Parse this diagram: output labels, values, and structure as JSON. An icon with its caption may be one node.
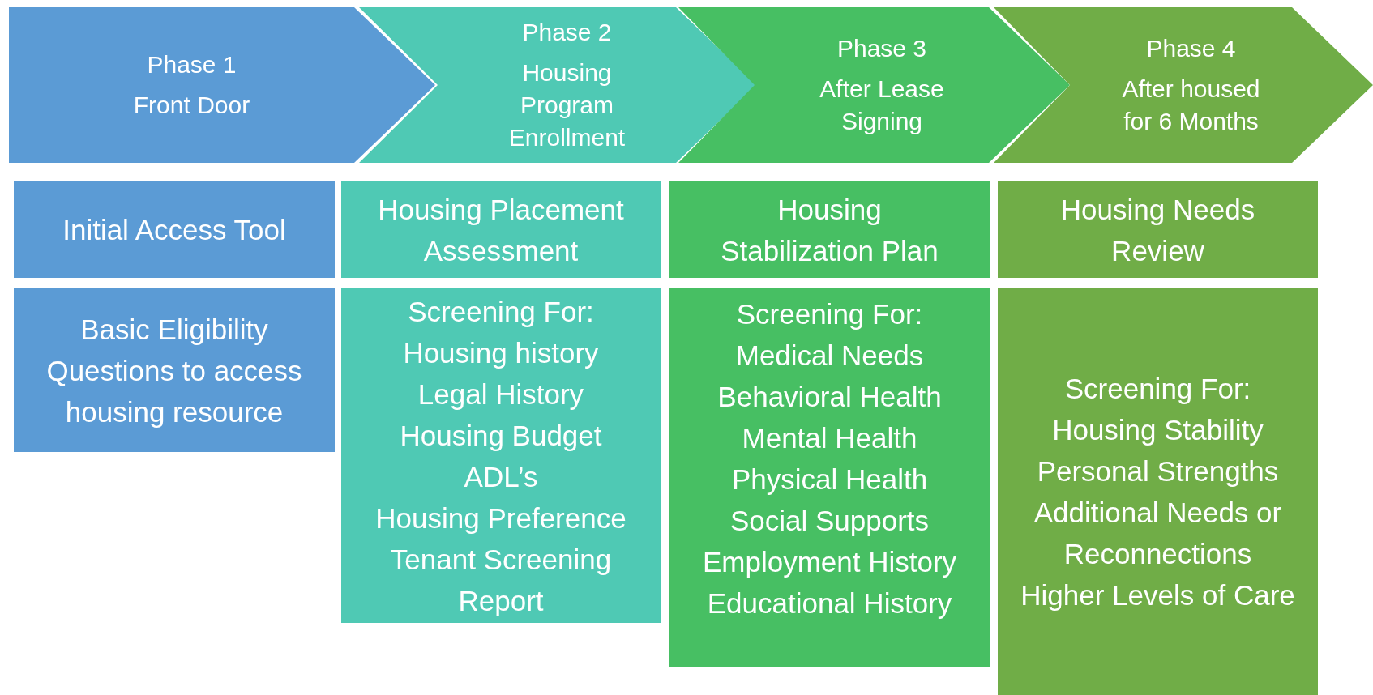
{
  "diagram": {
    "nodes": [
      {
        "text": [
          "Phase 1",
          "Front Door"
        ]
      },
      {
        "text": [
          "Phase 2",
          "Housing Program Enrollment"
        ]
      },
      {
        "text": [
          "Phase 3",
          "After Lease Signing"
        ]
      },
      {
        "text": [
          "Phase 4",
          "After housed for 6 Months"
        ]
      },
      {
        "text": [
          "Initial Access Tool"
        ]
      },
      {
        "text": [
          "Housing Placement Assessment"
        ]
      },
      {
        "text": [
          "Housing Stabilization Plan"
        ]
      },
      {
        "text": [
          "Housing Needs Review"
        ]
      },
      {
        "text": [
          "Basic Eligibility Questions to access housing resource"
        ]
      },
      {
        "text": [
          "Screening For:",
          "Housing history",
          "Legal History",
          "Housing Budget",
          "ADL’s",
          "Housing Preference",
          "Tenant Screening Report"
        ]
      },
      {
        "text": [
          "Screening For:",
          "Medical Needs",
          "Behavioral Health",
          "Mental Health",
          "Physical Health",
          "Social Supports",
          "Employment History",
          "Educational History"
        ]
      },
      {
        "text": [
          "Screening For:",
          "Housing Stability",
          "Personal Strengths",
          "Additional Needs or Reconnections",
          "Higher Levels of Care"
        ]
      }
    ]
  }
}
